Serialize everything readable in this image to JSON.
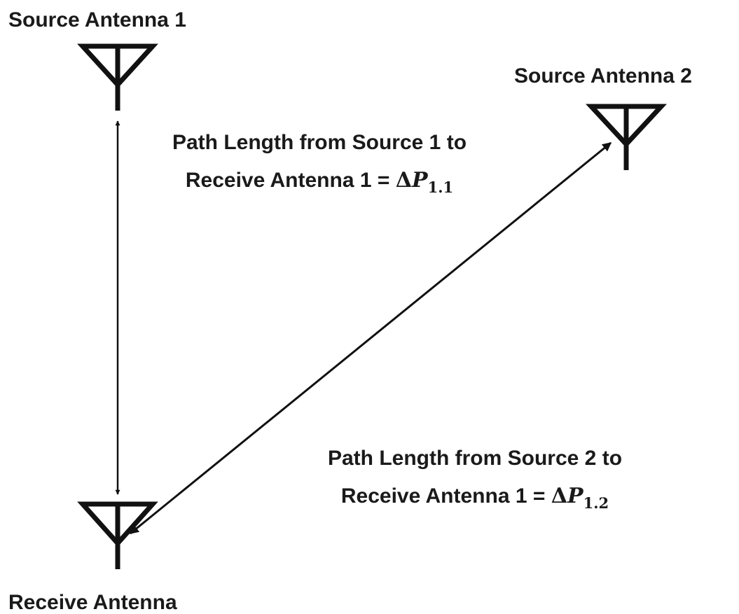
{
  "antennas": {
    "source_1": {
      "label": "Source Antenna 1"
    },
    "source_2": {
      "label": "Source Antenna 2"
    },
    "receive": {
      "label": "Receive Antenna"
    }
  },
  "paths": {
    "path_1": {
      "line1": "Path Length from Source 1 to",
      "line2_prefix": "Receive Antenna 1 =",
      "symbol_delta": "Δ",
      "symbol_var": "P",
      "symbol_sub": "1.1"
    },
    "path_2": {
      "line1": "Path Length from Source 2 to",
      "line2_prefix": "Receive Antenna 1 =",
      "symbol_delta": "Δ",
      "symbol_var": "P",
      "symbol_sub": "1.2"
    }
  },
  "colors": {
    "stroke": "#111111",
    "text": "#1a1a1a"
  }
}
